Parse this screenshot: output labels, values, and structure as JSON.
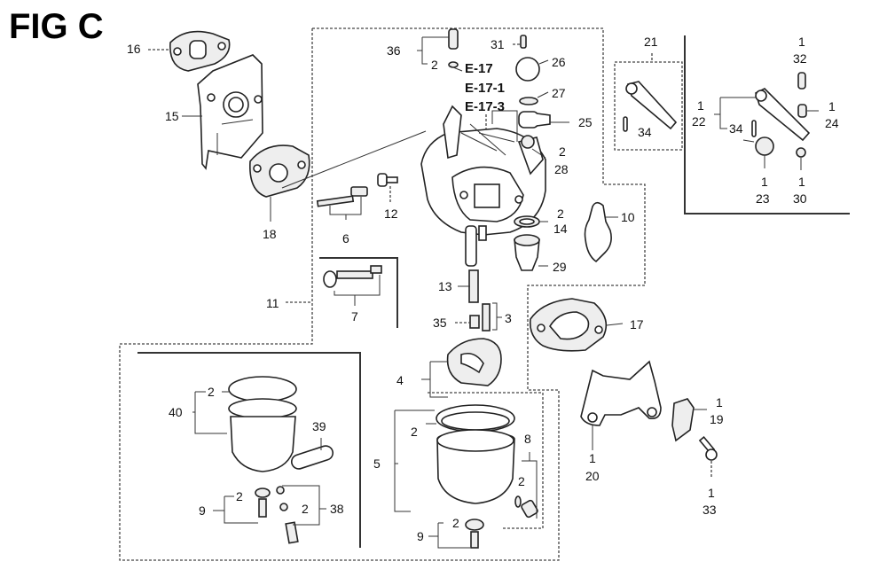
{
  "figure": {
    "title": "FIG C",
    "description": "Carburetor exploded parts diagram"
  },
  "callouts": [
    {
      "id": "c16",
      "text": "16"
    },
    {
      "id": "c15",
      "text": "15"
    },
    {
      "id": "c18",
      "text": "18"
    },
    {
      "id": "c36",
      "text": "36"
    },
    {
      "id": "c36q",
      "text": "2"
    },
    {
      "id": "c31",
      "text": "31"
    },
    {
      "id": "c26",
      "text": "26"
    },
    {
      "id": "c27",
      "text": "27"
    },
    {
      "id": "c25",
      "text": "25"
    },
    {
      "id": "c28q",
      "text": "2"
    },
    {
      "id": "c28",
      "text": "28"
    },
    {
      "id": "c6",
      "text": "6"
    },
    {
      "id": "c12",
      "text": "12"
    },
    {
      "id": "c14q",
      "text": "2"
    },
    {
      "id": "c14",
      "text": "14"
    },
    {
      "id": "c10",
      "text": "10"
    },
    {
      "id": "c29",
      "text": "29"
    },
    {
      "id": "c11",
      "text": "11"
    },
    {
      "id": "c7",
      "text": "7"
    },
    {
      "id": "c13",
      "text": "13"
    },
    {
      "id": "c35",
      "text": "35"
    },
    {
      "id": "c3",
      "text": "3"
    },
    {
      "id": "c17",
      "text": "17"
    },
    {
      "id": "c21",
      "text": "21"
    },
    {
      "id": "c34a",
      "text": "34"
    },
    {
      "id": "c22q",
      "text": "1"
    },
    {
      "id": "c22",
      "text": "22"
    },
    {
      "id": "c34b",
      "text": "34"
    },
    {
      "id": "c32q",
      "text": "1"
    },
    {
      "id": "c32",
      "text": "32"
    },
    {
      "id": "c24q",
      "text": "1"
    },
    {
      "id": "c24",
      "text": "24"
    },
    {
      "id": "c23q",
      "text": "1"
    },
    {
      "id": "c23",
      "text": "23"
    },
    {
      "id": "c30q",
      "text": "1"
    },
    {
      "id": "c30",
      "text": "30"
    },
    {
      "id": "c40",
      "text": "40"
    },
    {
      "id": "c40q",
      "text": "2"
    },
    {
      "id": "c39",
      "text": "39"
    },
    {
      "id": "c9a",
      "text": "9"
    },
    {
      "id": "c9aq",
      "text": "2"
    },
    {
      "id": "c38q",
      "text": "2"
    },
    {
      "id": "c38",
      "text": "38"
    },
    {
      "id": "c4",
      "text": "4"
    },
    {
      "id": "c5",
      "text": "5"
    },
    {
      "id": "c5q",
      "text": "2"
    },
    {
      "id": "c8",
      "text": "8"
    },
    {
      "id": "c8q",
      "text": "2"
    },
    {
      "id": "c9b",
      "text": "9"
    },
    {
      "id": "c9bq",
      "text": "2"
    },
    {
      "id": "c20q",
      "text": "1"
    },
    {
      "id": "c20",
      "text": "20"
    },
    {
      "id": "c19q",
      "text": "1"
    },
    {
      "id": "c19",
      "text": "19"
    },
    {
      "id": "c33q",
      "text": "1"
    },
    {
      "id": "c33",
      "text": "33"
    }
  ],
  "references": [
    "E-17",
    "E-17-1",
    "E-17-3"
  ]
}
